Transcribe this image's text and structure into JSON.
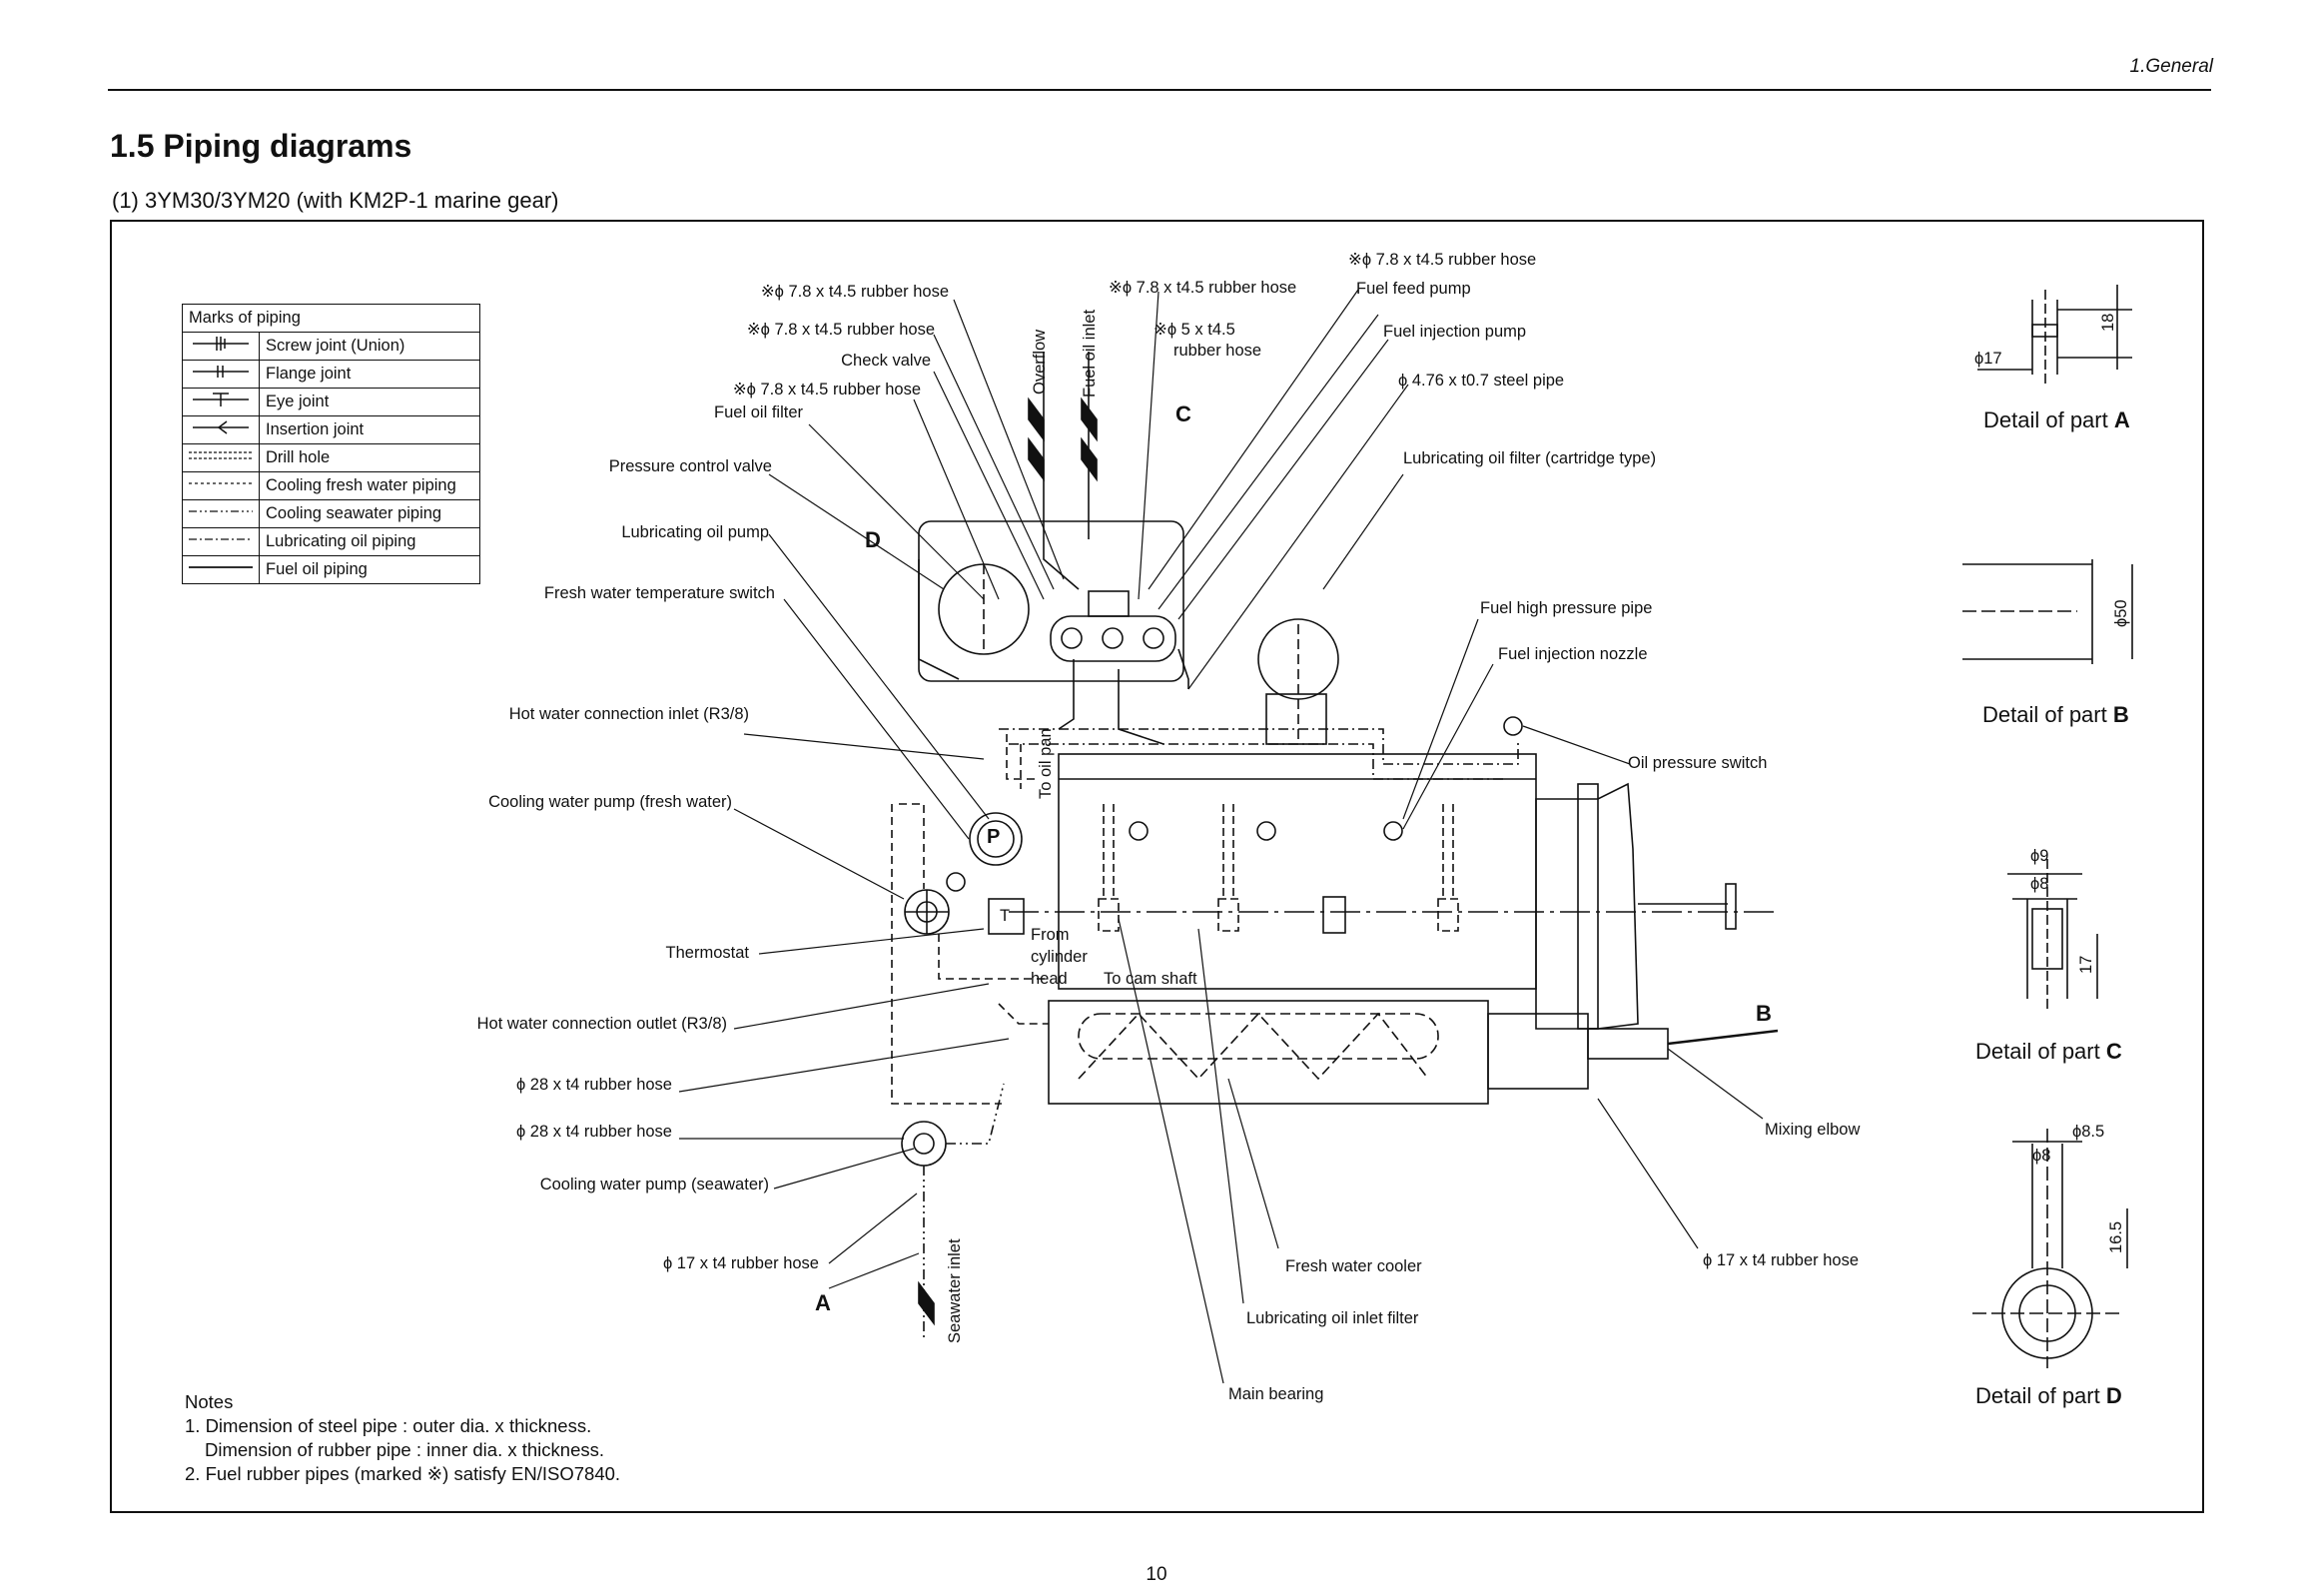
{
  "header": {
    "section": "1.General"
  },
  "title": "1.5 Piping diagrams",
  "subtitle": "(1)  3YM30/3YM20 (with KM2P-1 marine gear)",
  "legend": {
    "title": "Marks of piping",
    "items": [
      "Screw joint (Union)",
      "Flange joint",
      "Eye joint",
      "Insertion joint",
      "Drill hole",
      "Cooling fresh water piping",
      "Cooling seawater piping",
      "Lubricating oil piping",
      "Fuel oil piping"
    ]
  },
  "labels": {
    "hose_top_right": "※ϕ 7.8 x t4.5 rubber hose",
    "fuel_feed_pump": "Fuel feed pump",
    "fuel_injection_pump": "Fuel injection pump",
    "steel_pipe": "ϕ 4.76 x t0.7 steel pipe",
    "lube_filter_cartridge": "Lubricating oil filter (cartridge type)",
    "hose_center": "※ϕ 7.8 x t4.5 rubber hose",
    "hose_5": "※ϕ 5 x t4.5",
    "hose_5_b": "rubber hose",
    "hose_left_1": "※ϕ 7.8 x t4.5 rubber hose",
    "hose_left_2": "※ϕ 7.8 x t4.5 rubber hose",
    "check_valve": "Check valve",
    "hose_left_3": "※ϕ 7.8 x t4.5 rubber hose",
    "fuel_oil_filter": "Fuel oil filter",
    "pressure_control_valve": "Pressure control valve",
    "lube_oil_pump": "Lubricating oil pump",
    "fw_temp_switch": "Fresh water temperature switch",
    "hot_water_inlet": "Hot water connection inlet (R3/8)",
    "cooling_pump_fresh": "Cooling water pump (fresh water)",
    "thermostat": "Thermostat",
    "hot_water_outlet": "Hot water connection  outlet (R3/8)",
    "hose_28_a": "ϕ 28 x t4 rubber hose",
    "hose_28_b": "ϕ 28 x t4 rubber hose",
    "cooling_pump_sea": "Cooling water pump (seawater)",
    "hose_17_left": "ϕ 17 x t4 rubber hose",
    "fuel_hp_pipe": "Fuel high pressure pipe",
    "fuel_nozzle": "Fuel injection nozzle",
    "oil_pressure_switch": "Oil pressure switch",
    "mixing_elbow": "Mixing elbow",
    "hose_17_right": "ϕ 17 x t4 rubber hose",
    "fresh_water_cooler": "Fresh water cooler",
    "lube_inlet_filter": "Lubricating oil inlet filter",
    "main_bearing": "Main bearing",
    "from_cylinder_1": "From",
    "from_cylinder_2": "cylinder",
    "from_cylinder_3": "head",
    "to_cam_shaft": "To cam shaft",
    "overflow": "Overflow",
    "fuel_oil_inlet": "Fuel oil inlet",
    "to_oil_pan": "To oil pan",
    "seawater_inlet": "Seawater inlet",
    "pump_p": "P",
    "thermo_t": "T"
  },
  "part_letters": {
    "a": "A",
    "b": "B",
    "c": "C",
    "d": "D"
  },
  "details": [
    {
      "caption": "Detail of part",
      "letter": "A",
      "dims": [
        "ϕ17",
        "18"
      ]
    },
    {
      "caption": "Detail of part",
      "letter": "B",
      "dims": [
        "ϕ50"
      ]
    },
    {
      "caption": "Detail of part",
      "letter": "C",
      "dims": [
        "ϕ9",
        "ϕ8",
        "17"
      ]
    },
    {
      "caption": "Detail of part",
      "letter": "D",
      "dims": [
        "ϕ8.5",
        "ϕ8",
        "16.5"
      ]
    }
  ],
  "notes": {
    "title": "Notes",
    "line1": "1. Dimension of steel pipe : outer dia. x thickness.",
    "line2": "Dimension of  rubber pipe : inner dia. x thickness.",
    "line3": "2. Fuel rubber pipes (marked ※) satisfy EN/ISO7840."
  },
  "page_number": "10"
}
